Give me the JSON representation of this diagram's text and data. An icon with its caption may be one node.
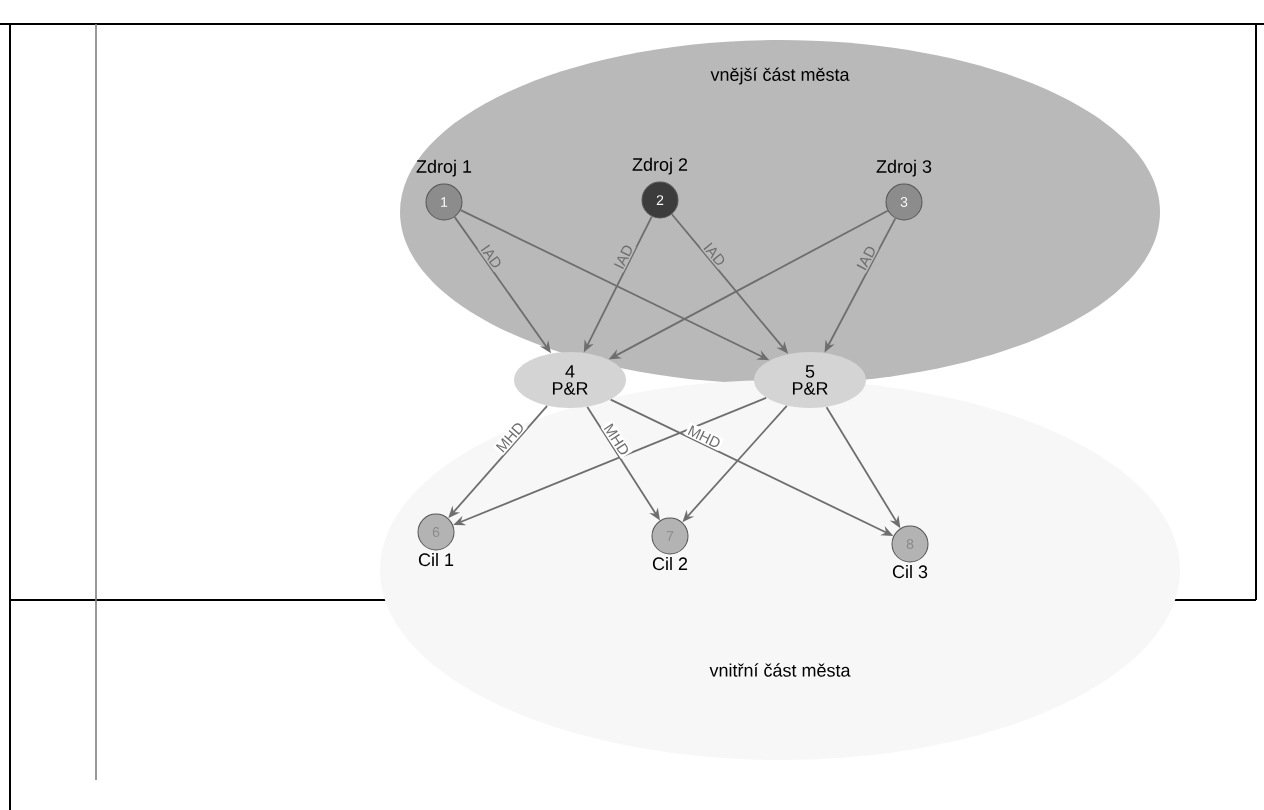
{
  "diagram": {
    "nodes": [
      {
        "text": [
          "vnější část města"
        ]
      },
      {
        "text": [
          "vnitřní část města"
        ]
      },
      {
        "text": [
          "1"
        ],
        "beside": [
          "Zdroj 1"
        ],
        "in": 0
      },
      {
        "text": [
          "2"
        ],
        "beside": [
          "Zdroj 2"
        ],
        "in": 0
      },
      {
        "text": [
          "3"
        ],
        "beside": [
          "Zdroj 3"
        ],
        "in": 0
      },
      {
        "text": [
          "4",
          "P&R"
        ]
      },
      {
        "text": [
          "5",
          "P&R"
        ]
      },
      {
        "text": [
          "6"
        ],
        "beside": [
          "Cil 1"
        ],
        "in": 1
      },
      {
        "text": [
          "7"
        ],
        "beside": [
          "Cil 2"
        ],
        "in": 1
      },
      {
        "text": [
          "8"
        ],
        "beside": [
          "Cil 3"
        ],
        "in": 1
      }
    ],
    "edges": [
      {
        "from": 2,
        "to": 5,
        "arrow": "to",
        "label": "IAD"
      },
      {
        "from": 2,
        "to": 6,
        "arrow": "to"
      },
      {
        "from": 3,
        "to": 5,
        "arrow": "to",
        "label": "IAD"
      },
      {
        "from": 3,
        "to": 6,
        "arrow": "to",
        "label": "IAD"
      },
      {
        "from": 4,
        "to": 5,
        "arrow": "to"
      },
      {
        "from": 4,
        "to": 6,
        "arrow": "to",
        "label": "IAD"
      },
      {
        "from": 5,
        "to": 7,
        "arrow": "to",
        "label": "MHD"
      },
      {
        "from": 5,
        "to": 8,
        "arrow": "to",
        "label": "MHD"
      },
      {
        "from": 5,
        "to": 9,
        "arrow": "to",
        "label": "MHD"
      },
      {
        "from": 6,
        "to": 7,
        "arrow": "to"
      },
      {
        "from": 6,
        "to": 8,
        "arrow": "to"
      },
      {
        "from": 6,
        "to": 9,
        "arrow": "to"
      }
    ]
  }
}
